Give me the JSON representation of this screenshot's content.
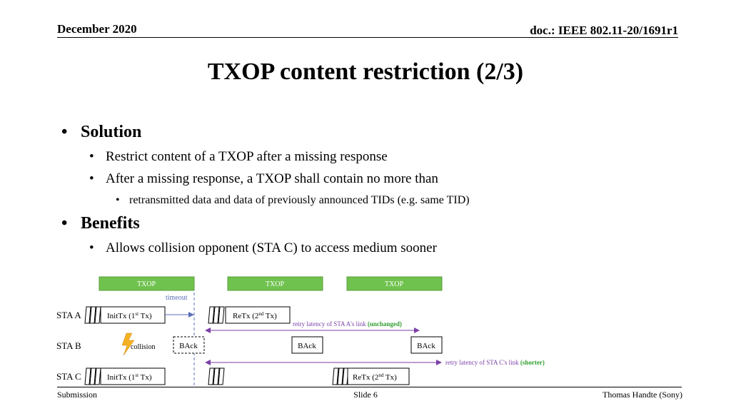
{
  "header": {
    "date": "December 2020",
    "doc": "doc.: IEEE 802.11-20/1691r1"
  },
  "title": "TXOP content restriction (2/3)",
  "bullets": {
    "solution": "Solution",
    "solution_items": [
      "Restrict content of a TXOP after a missing response",
      "After a missing response, a TXOP shall contain no more than"
    ],
    "solution_sub": "retransmitted data and data of previously announced TIDs (e.g. same TID)",
    "benefits": "Benefits",
    "benefits_items": [
      "Allows collision opponent (STA C) to access medium sooner"
    ]
  },
  "diagram": {
    "txop_label": "TXOP",
    "timeout": "timeout",
    "stations": [
      "STA A",
      "STA B",
      "STA C"
    ],
    "inittx_base": "InitTx (1",
    "inittx_sup": "st",
    "inittx_end": " Tx)",
    "retx_base": "ReTx (2",
    "retx_sup": "nd",
    "retx_end": " Tx)",
    "back": "BAck",
    "collision": "collision",
    "latency_a": "retry latency of STA A's link ",
    "latency_a_tag": "(unchanged)",
    "latency_c": "retry latency of STA C's link ",
    "latency_c_tag": "(shorter)",
    "colors": {
      "txop": "#70c24e",
      "latency": "#7a3fa8",
      "timeout": "#5b6fb5",
      "green_tag": "#2e9e2e",
      "bolt": "#f4b223"
    }
  },
  "footer": {
    "left": "Submission",
    "center": "Slide 6",
    "right": "Thomas Handte (Sony)"
  }
}
